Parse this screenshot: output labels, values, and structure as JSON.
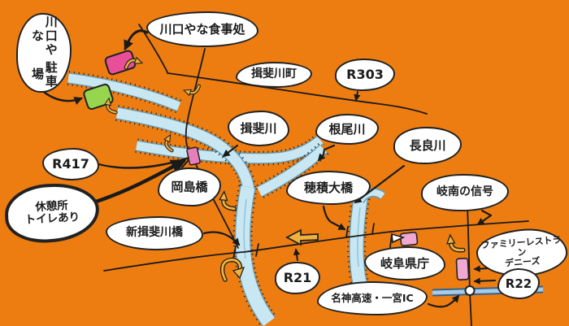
{
  "colors": {
    "background": "#EE7D11",
    "river_fill": "#C8E7F2",
    "river_edge": "#5E9BB8",
    "road": "#1A1A1A",
    "bubble_fill": "#FFFFFF",
    "bubble_border": "#222222",
    "marker_pink_bright": "#E94E98",
    "marker_pink_light": "#F0A8D0",
    "marker_green": "#97D54F",
    "arrow_yellow": "#F2B13C",
    "expressway_blue": "#A8CCE8"
  },
  "labels": {
    "parking": {
      "line1": "川口やな",
      "line2": "駐車場"
    },
    "restaurant": {
      "text": "川口やな食事処"
    },
    "town": {
      "text": "揖斐川町"
    },
    "route303": {
      "text": "R303"
    },
    "ibi_river": {
      "text": "揖斐川"
    },
    "neo_river": {
      "text": "根尾川"
    },
    "nagara_river": {
      "text": "長良川"
    },
    "route417": {
      "text": "R417"
    },
    "okajima_bridge": {
      "text": "岡島橋"
    },
    "rest_area": {
      "line1": "休憩所",
      "line2": "トイレあり"
    },
    "shin_ibigawa_bridge": {
      "text": "新揖斐川橋"
    },
    "hozumi_bridge": {
      "text": "穂積大橋"
    },
    "route21": {
      "text": "R21"
    },
    "pref_office": {
      "text": "岐阜県庁"
    },
    "meishin_ic": {
      "text": "名神高速・一宮IC"
    },
    "ginan_signal": {
      "text": "岐南の信号"
    },
    "dennys": {
      "line1": "ファミリーレストラン",
      "line2": "デニーズ"
    },
    "route22": {
      "text": "R22"
    }
  },
  "markers": {
    "restaurant_building": {
      "icon": "building-marker",
      "color": "#E94E98"
    },
    "parking_lot": {
      "icon": "parking-area-marker",
      "color": "#97D54F"
    },
    "rest_toilet": {
      "icon": "building-marker",
      "color": "#E77FBC"
    },
    "pref_office_building": {
      "icon": "building-marker",
      "color": "#F0A8D0"
    },
    "dennys_building": {
      "icon": "building-marker",
      "color": "#F0A8D0"
    },
    "pref_office_flag": {
      "icon": "flag-icon"
    },
    "ic_junction": {
      "icon": "intersection-circle-icon"
    }
  }
}
